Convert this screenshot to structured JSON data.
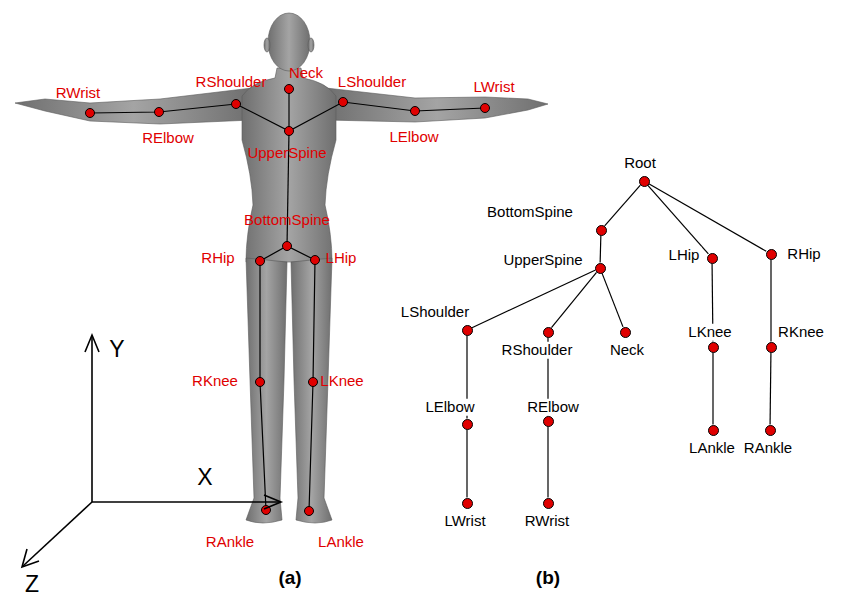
{
  "diagram": {
    "nodes": [
      {
        "text": [
          "Root"
        ]
      },
      {
        "text": [
          "BottomSpine"
        ]
      },
      {
        "text": [
          "LHip"
        ]
      },
      {
        "text": [
          "RHip"
        ]
      },
      {
        "text": [
          "UpperSpine"
        ]
      },
      {
        "text": [
          "LShoulder"
        ]
      },
      {
        "text": [
          "RShoulder"
        ]
      },
      {
        "text": [
          "Neck"
        ]
      },
      {
        "text": [
          "LKnee"
        ]
      },
      {
        "text": [
          "RKnee"
        ]
      },
      {
        "text": [
          "LElbow"
        ]
      },
      {
        "text": [
          "RElbow"
        ]
      },
      {
        "text": [
          "LAnkle"
        ]
      },
      {
        "text": [
          "RAnkle"
        ]
      },
      {
        "text": [
          "LWrist"
        ]
      },
      {
        "text": [
          "RWrist"
        ]
      }
    ],
    "edges": [
      {
        "from": 0,
        "to": 1,
        "arrow": "none"
      },
      {
        "from": 0,
        "to": 2,
        "arrow": "none"
      },
      {
        "from": 0,
        "to": 3,
        "arrow": "none"
      },
      {
        "from": 1,
        "to": 4,
        "arrow": "none"
      },
      {
        "from": 4,
        "to": 5,
        "arrow": "none"
      },
      {
        "from": 4,
        "to": 6,
        "arrow": "none"
      },
      {
        "from": 4,
        "to": 7,
        "arrow": "none"
      },
      {
        "from": 2,
        "to": 8,
        "arrow": "none"
      },
      {
        "from": 3,
        "to": 9,
        "arrow": "none"
      },
      {
        "from": 5,
        "to": 10,
        "arrow": "none"
      },
      {
        "from": 6,
        "to": 11,
        "arrow": "none"
      },
      {
        "from": 8,
        "to": 12,
        "arrow": "none"
      },
      {
        "from": 9,
        "to": 13,
        "arrow": "none"
      },
      {
        "from": 10,
        "to": 14,
        "arrow": "none"
      },
      {
        "from": 11,
        "to": 15,
        "arrow": "none"
      }
    ],
    "labels": [
      "RWrist",
      "RElbow",
      "RShoulder",
      "Neck",
      "LShoulder",
      "LElbow",
      "LWrist",
      "UpperSpine",
      "BottomSpine",
      "RHip",
      "LHip",
      "RKnee",
      "LKnee",
      "RAnkle",
      "LAnkle",
      "Y",
      "X",
      "Z",
      "(a)",
      "(b)"
    ]
  }
}
